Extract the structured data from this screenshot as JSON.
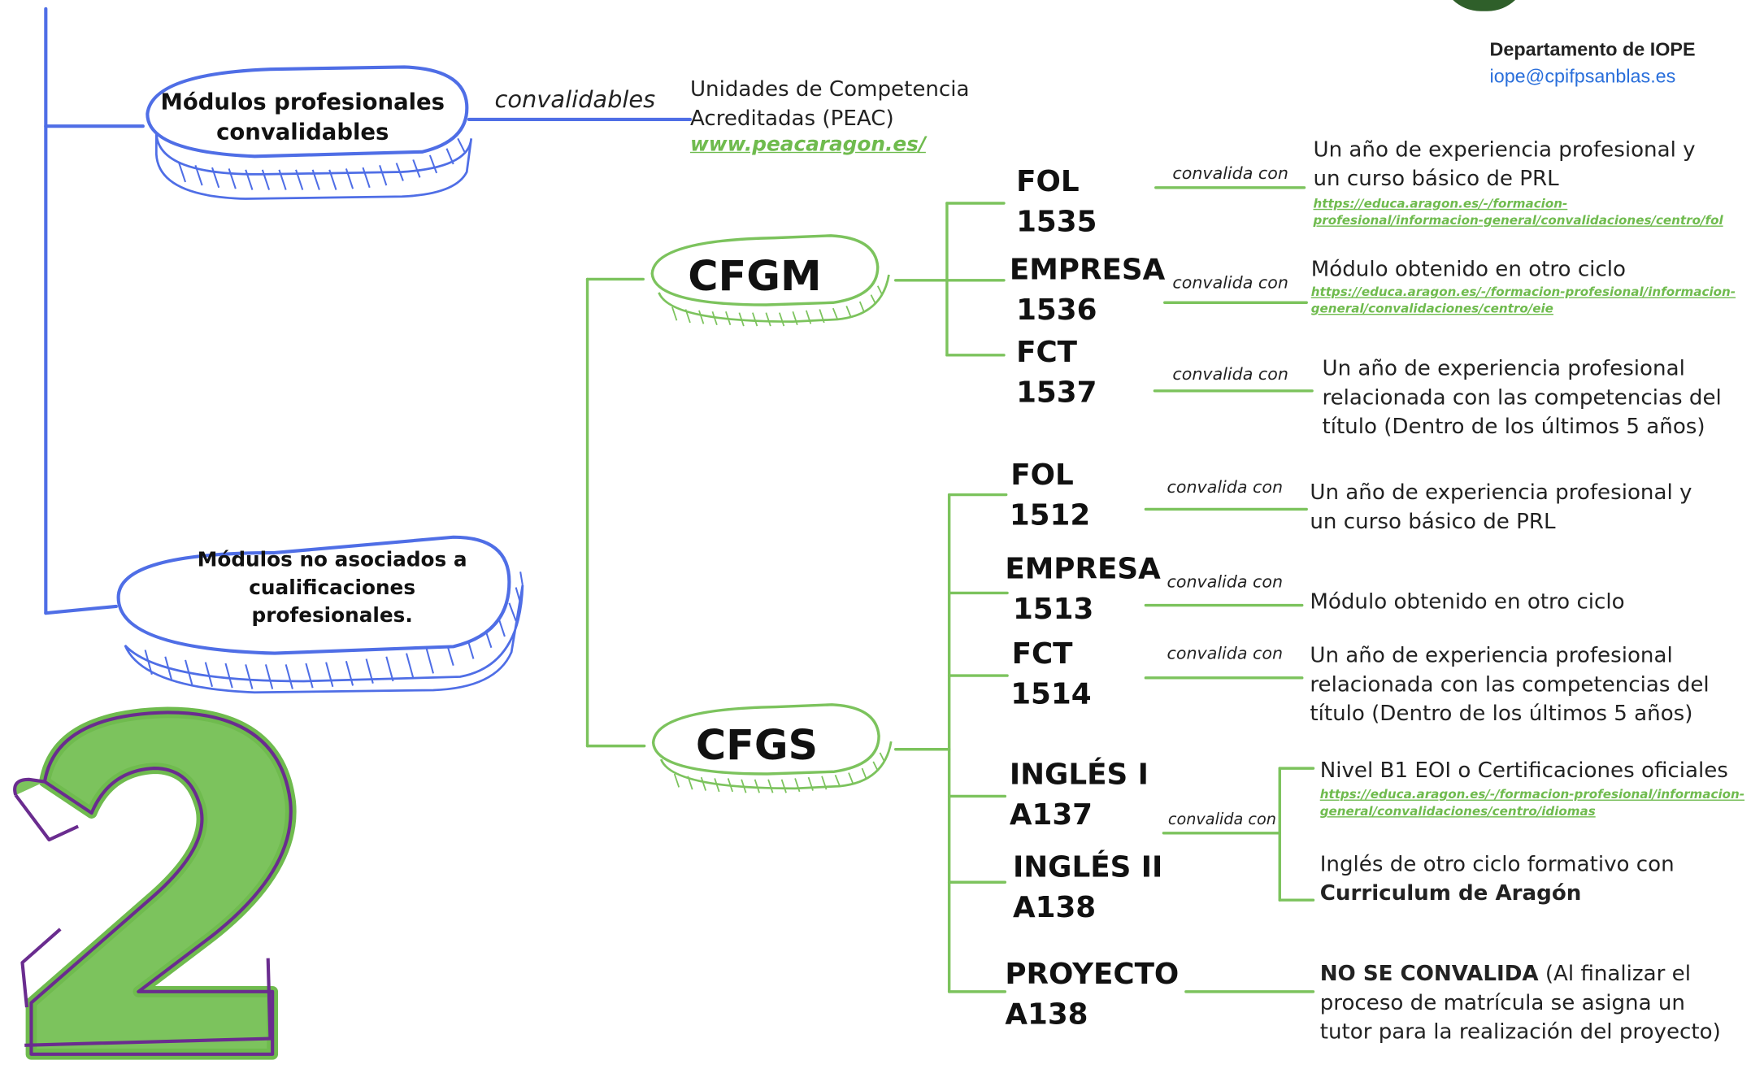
{
  "header": {
    "department": "Departamento de IOPE",
    "email": "iope@cpifpsanblas.es"
  },
  "left": {
    "convalidables_box": "Módulos profesionales convalidables",
    "convalidables_label": "convalidables",
    "peac_line1": "Unidades de Competencia",
    "peac_line2": "Acreditadas (PEAC)",
    "peac_link": "www.peacaragon.es/",
    "no_asociados_line1": "Módulos no asociados a",
    "no_asociados_line2": "cualificaciones",
    "no_asociados_line3": "profesionales.",
    "big_number": "2"
  },
  "cfgm": {
    "title": "CFGM",
    "fol": {
      "name": "FOL",
      "code": "1535",
      "label": "convalida con",
      "desc1": "Un año de experiencia profesional y",
      "desc2": "un curso básico de PRL",
      "url1": "https://educa.aragon.es/-/formacion-",
      "url2": "profesional/informacion-general/convalidaciones/centro/fol"
    },
    "empresa": {
      "name": "EMPRESA",
      "code": "1536",
      "label": "convalida con",
      "desc1": "Módulo obtenido en otro ciclo",
      "url1": "https://educa.aragon.es/-/formacion-profesional/informacion-",
      "url2": "general/convalidaciones/centro/eie"
    },
    "fct": {
      "name": "FCT",
      "code": "1537",
      "label": "convalida con",
      "desc1": "Un año de experiencia profesional",
      "desc2": "relacionada con las competencias del",
      "desc3": "título (Dentro de los últimos 5 años)"
    }
  },
  "cfgs": {
    "title": "CFGS",
    "fol": {
      "name": "FOL",
      "code": "1512",
      "label": "convalida con",
      "desc1": "Un año de experiencia profesional y",
      "desc2": "un curso básico de PRL"
    },
    "empresa": {
      "name": "EMPRESA",
      "code": "1513",
      "label": "convalida con",
      "desc1": "Módulo obtenido en otro ciclo"
    },
    "fct": {
      "name": "FCT",
      "code": "1514",
      "label": "convalida con",
      "desc1": "Un año de experiencia profesional",
      "desc2": "relacionada con las competencias del",
      "desc3": "título (Dentro de los últimos 5 años)"
    },
    "ingles1": {
      "name": "INGLÉS I",
      "code": "A137"
    },
    "ingles2": {
      "name": "INGLÉS II",
      "code": "A138"
    },
    "ingles_label": "convalida con",
    "ingles_opt1": "Nivel B1 EOI o Certificaciones oficiales",
    "ingles_url1": "https://educa.aragon.es/-/formacion-profesional/informacion-",
    "ingles_url2": "general/convalidaciones/centro/idiomas",
    "ingles_opt2_line1": "Inglés de otro ciclo formativo con",
    "ingles_opt2_line2": "Curriculum de Aragón",
    "proyecto": {
      "name": "PROYECTO",
      "code": "A138",
      "bold": "NO SE CONVALIDA",
      "rest1": " (Al finalizar el",
      "desc2": "proceso de matrícula se asigna un",
      "desc3": "tutor para la realización del proyecto)"
    }
  }
}
